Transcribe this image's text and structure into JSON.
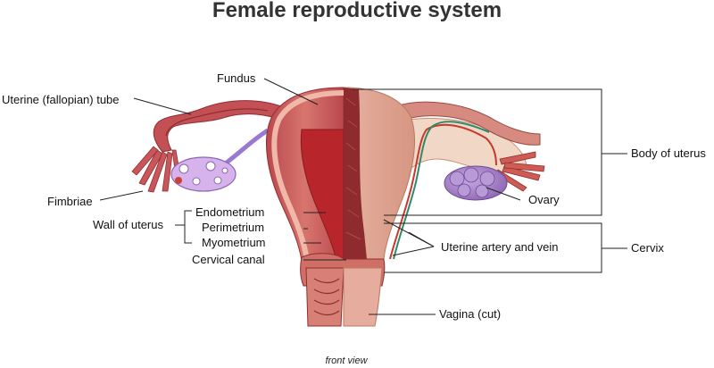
{
  "title": "Female reproductive system",
  "labels": {
    "fundus": "Fundus",
    "tube": "Uterine (fallopian) tube",
    "body": "Body of uterus",
    "fimbriae": "Fimbriae",
    "ovary": "Ovary",
    "wall": "Wall of uterus",
    "endometrium": "Endometrium",
    "perimetrium": "Perimetrium",
    "myometrium": "Myometrium",
    "canal": "Cervical canal",
    "artery": "Uterine artery and vein",
    "cervix": "Cervix",
    "vagina": "Vagina (cut)"
  },
  "footer": "front view",
  "colors": {
    "muscle": "#c7575a",
    "muscle_dark": "#a83438",
    "muscle_light": "#e7a39d",
    "lining": "#b82f32",
    "outer": "#dba08f",
    "ovary": "#a985c9",
    "artery": "#c8382d",
    "vein": "#2f8a6c"
  }
}
